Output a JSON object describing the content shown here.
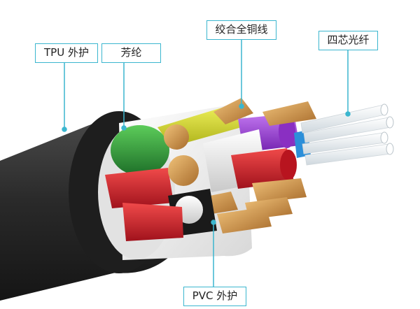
{
  "labels": {
    "tpu_jacket": "TPU 外护",
    "aramid": "芳纶",
    "stranded_copper": "绞合全铜线",
    "optical_fibers": "四芯光纤",
    "pvc_jacket": "PVC 外护"
  },
  "colors": {
    "callout_line": "#3bb6cf",
    "outer_jacket": "#2b2b2b",
    "inner_jacket": "#eeeeee",
    "copper": "#c8964e",
    "wire_yellow": "#d6d628",
    "wire_green": "#2e9a3a",
    "wire_red": "#d0202c",
    "wire_purple": "#9a3fd0",
    "wire_white": "#f3f3f3",
    "fiber_blue": "#2c8fd9"
  }
}
